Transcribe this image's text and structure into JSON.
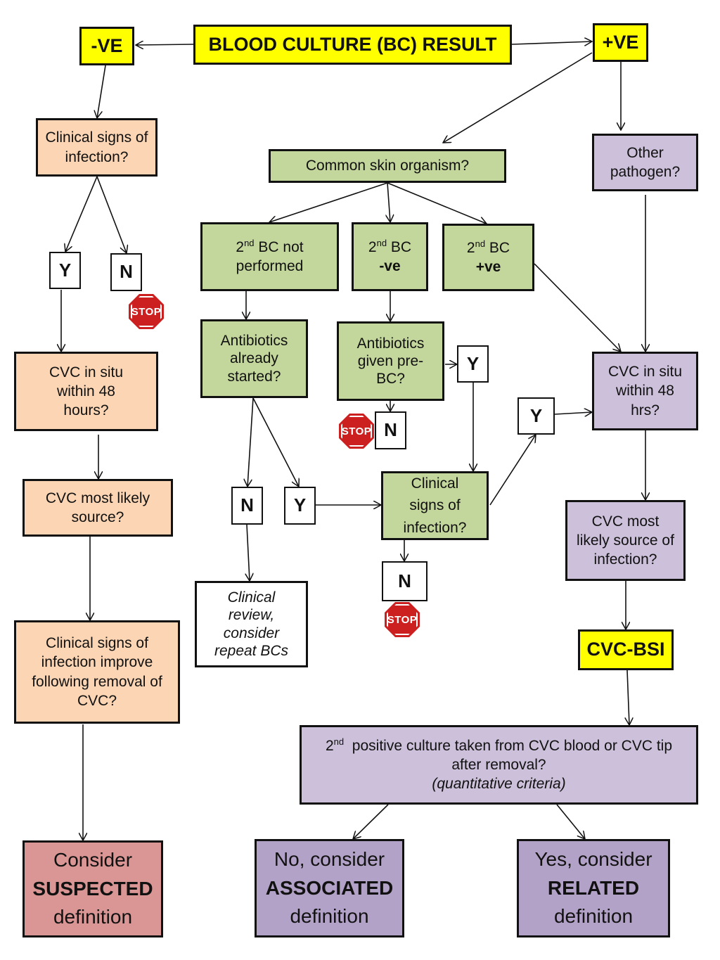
{
  "header": {
    "title": "BLOOD CULTURE (BC) RESULT",
    "neg": "-VE",
    "pos": "+VE"
  },
  "left": {
    "signs": "Clinical signs of infection?",
    "yes": "Y",
    "no": "N",
    "cvc_in_situ": "CVC in situ within 48 hours?",
    "cvc_source": "CVC most likely source?",
    "improve": "Clinical signs of infection improve following removal of CVC?",
    "final_pre": "Consider",
    "final_bold": "SUSPECTED",
    "final_post": "definition"
  },
  "middle": {
    "skin": "Common skin organism?",
    "bc_not_performed_pre": "2",
    "bc_not_performed_sup": "nd",
    "bc_not_performed_post": " BC not performed",
    "bc_neg_pre": "2",
    "bc_neg_sup": "nd",
    "bc_neg_post": " BC",
    "bc_neg_bold": "-ve",
    "bc_pos_pre": "2",
    "bc_pos_sup": "nd",
    "bc_pos_post": " BC",
    "bc_pos_bold": "+ve",
    "abx_started": "Antibiotics already started?",
    "abx_given": "Antibiotics given pre-BC?",
    "y_abx_given": "Y",
    "n_abx_given": "N",
    "n_abx_started": "N",
    "y_abx_started": "Y",
    "review": "Clinical review, consider repeat BCs",
    "signs": "Clinical signs of infection?",
    "n_signs": "N",
    "y_signs": "Y"
  },
  "right": {
    "other": "Other pathogen?",
    "cvc_in_situ": "CVC in situ within 48 hrs?",
    "cvc_source": "CVC most likely source of infection?",
    "bsi": "CVC-BSI",
    "second_pre": "2",
    "second_sup": "nd",
    "second_post": "  positive culture taken from CVC blood or CVC tip after removal?",
    "second_italic": "(quantitative criteria)",
    "assoc_pre": "No, consider",
    "assoc_bold": "ASSOCIATED",
    "assoc_post": "definition",
    "related_pre": "Yes, consider",
    "related_bold": "RELATED",
    "related_post": "definition"
  },
  "stop_label": "STOP",
  "colors": {
    "yellow": "#ffff00",
    "peach": "#fcd5b4",
    "green": "#c3d69b",
    "lavender": "#ccc0da",
    "suspected": "#d99694",
    "purple": "#b3a2c7",
    "stop_red": "#cc1f1f"
  }
}
